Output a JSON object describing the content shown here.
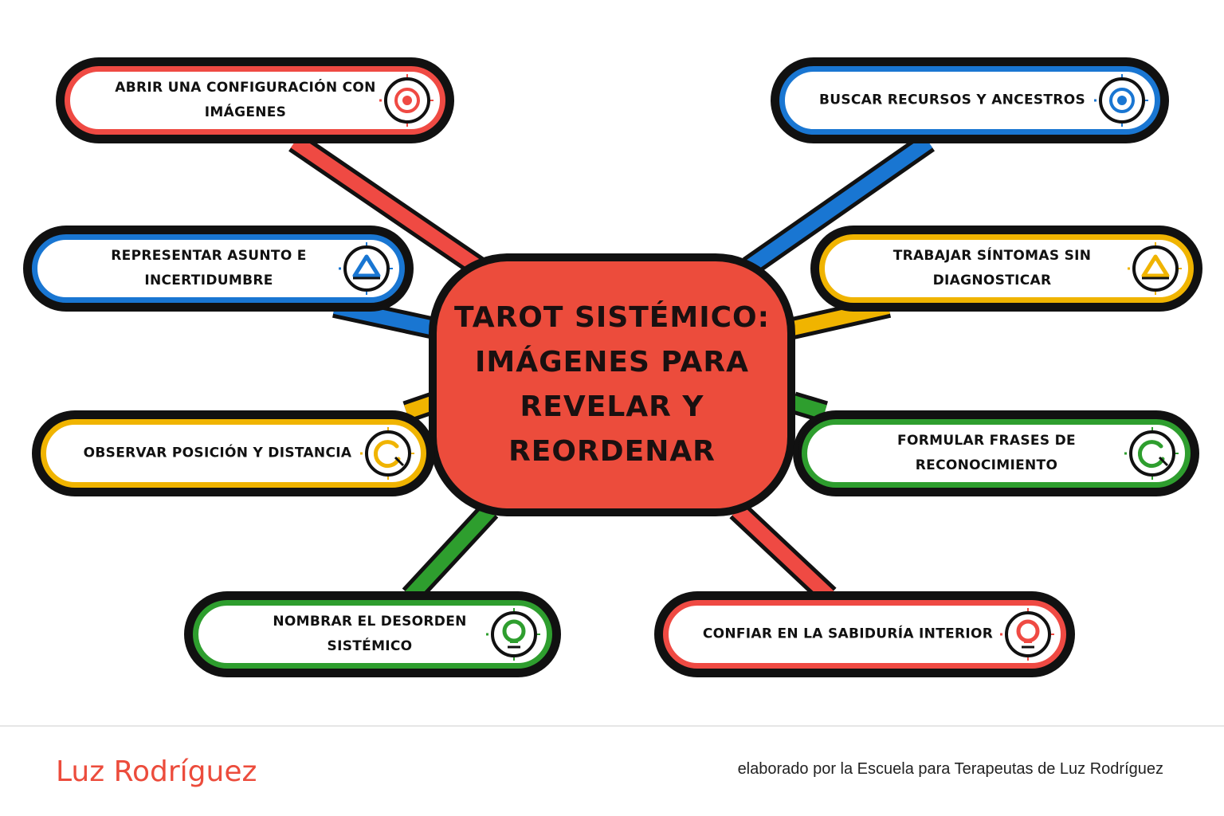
{
  "center": {
    "title": "TAROT SISTÉMICO: IMÁGENES PARA REVELAR Y REORDENAR"
  },
  "nodes": [
    {
      "label": "ABRIR UNA CONFIGURACIÓN CON IMÁGENES",
      "color": "#ef4a43",
      "icon": "target-icon"
    },
    {
      "label": "BUSCAR RECURSOS Y ANCESTROS",
      "color": "#1976d2",
      "icon": "target-icon"
    },
    {
      "label": "REPRESENTAR ASUNTO E INCERTIDUMBRE",
      "color": "#1976d2",
      "icon": "triangle-icon"
    },
    {
      "label": "TRABAJAR SÍNTOMAS SIN DIAGNOSTICAR",
      "color": "#f0b400",
      "icon": "triangle-icon"
    },
    {
      "label": "OBSERVAR POSICIÓN Y DISTANCIA",
      "color": "#f0b400",
      "icon": "refresh-icon"
    },
    {
      "label": "FORMULAR FRASES DE RECONOCIMIENTO",
      "color": "#2e9e2e",
      "icon": "refresh-icon"
    },
    {
      "label": "NOMBRAR EL DESORDEN SISTÉMICO",
      "color": "#2e9e2e",
      "icon": "lightbulb-icon"
    },
    {
      "label": "CONFIAR EN LA SABIDURÍA INTERIOR",
      "color": "#ef4a43",
      "icon": "lightbulb-icon"
    }
  ],
  "footer": {
    "author": "Luz Rodríguez",
    "credit": "elaborado por la Escuela para Terapeutas de Luz Rodríguez"
  }
}
